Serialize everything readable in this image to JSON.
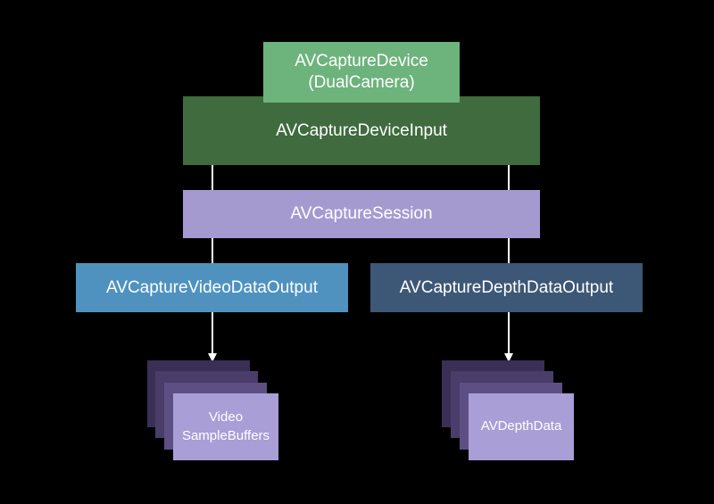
{
  "nodes": {
    "device": {
      "line1": "AVCaptureDevice",
      "line2": "(DualCamera)"
    },
    "device_input": {
      "label": "AVCaptureDeviceInput"
    },
    "session": {
      "label": "AVCaptureSession"
    },
    "video_output": {
      "label": "AVCaptureVideoDataOutput"
    },
    "depth_output": {
      "label": "AVCaptureDepthDataOutput"
    },
    "video_buffers": {
      "line1": "Video",
      "line2": "SampleBuffers"
    },
    "depth_data": {
      "label": "AVDepthData"
    }
  },
  "colors": {
    "device": "#6db37c",
    "device_input": "#3f6b3e",
    "session": "#a59ad0",
    "video_output": "#4f92bf",
    "depth_output": "#3d5876",
    "stack_layers": [
      "#3a2f55",
      "#4a3d6a",
      "#5d4f83",
      "#a99ed6"
    ],
    "arrows": "#ffffff"
  }
}
